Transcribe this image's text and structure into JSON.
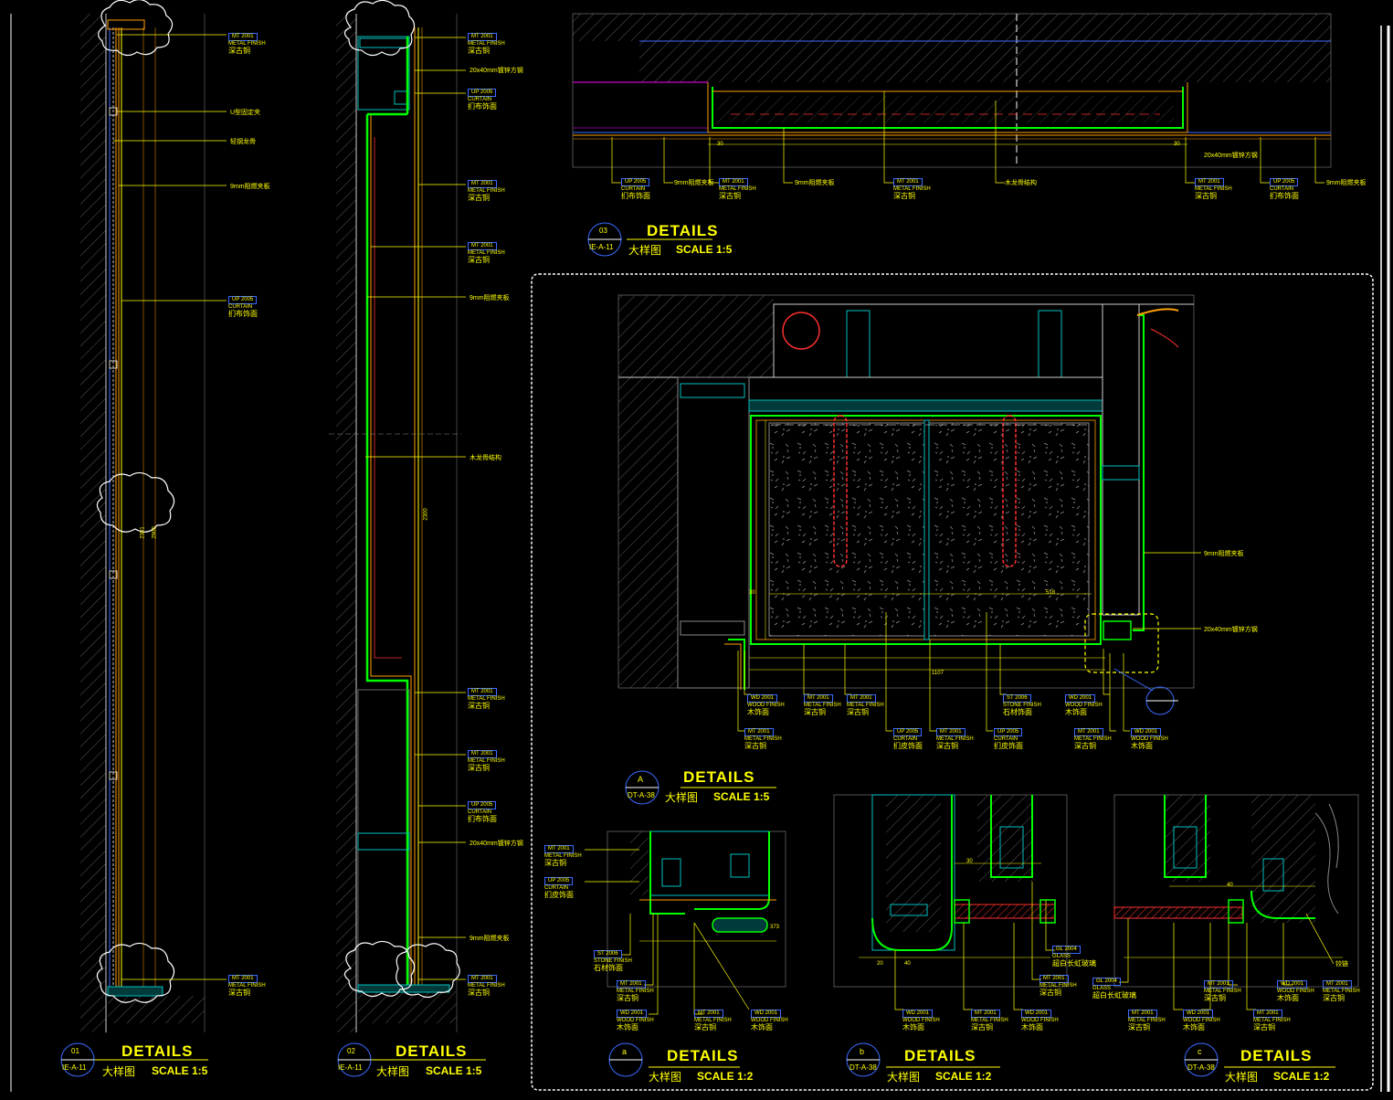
{
  "details": [
    {
      "id": "01",
      "ref": "IE-A-11",
      "title": "DETAILS",
      "subtitle": "大样图",
      "scale": "SCALE 1:5"
    },
    {
      "id": "02",
      "ref": "IE-A-11",
      "title": "DETAILS",
      "subtitle": "大样图",
      "scale": "SCALE 1:5"
    },
    {
      "id": "03",
      "ref": "IE-A-11",
      "title": "DETAILS",
      "subtitle": "大样图",
      "scale": "SCALE 1:5"
    },
    {
      "id": "A",
      "ref": "DT-A-38",
      "title": "DETAILS",
      "subtitle": "大样图",
      "scale": "SCALE 1:5"
    },
    {
      "id": "a",
      "ref": "",
      "title": "DETAILS",
      "subtitle": "大样图",
      "scale": "SCALE 1:2"
    },
    {
      "id": "b",
      "ref": "DT-A-38",
      "title": "DETAILS",
      "subtitle": "大样图",
      "scale": "SCALE 1:2"
    },
    {
      "id": "c",
      "ref": "DT-A-38",
      "title": "DETAILS",
      "subtitle": "大样图",
      "scale": "SCALE 1:2"
    }
  ],
  "tags": {
    "mt": {
      "code": "MT 2001",
      "finish": "METAL FINISH",
      "cn": "深古铜"
    },
    "up": {
      "code": "UP 2005",
      "finish": "CURTAIN",
      "cn": "扪布饰面"
    },
    "wd": {
      "code": "WD 2001",
      "finish": "WOOD FINISH",
      "cn": "木饰面"
    },
    "st": {
      "code": "ST 2006",
      "finish": "STONE FINISH",
      "cn": "石材饰面"
    },
    "gl": {
      "code": "GL 2004",
      "finish": "GLASS",
      "cn": "超白长虹玻璃"
    }
  },
  "notes": {
    "u_clip": "U型固定夹",
    "steel_keel": "轻钢龙骨",
    "board9": "9mm阻燃夹板",
    "tube": "20x40mm镀锌方钢",
    "wood_keel": "木龙骨结构",
    "hinge": "铰链"
  },
  "dims": {
    "d2301": "2301",
    "d2900": "2900",
    "d2300": "2300",
    "d30": "30",
    "d40": "40",
    "d20": "20",
    "d518": "518",
    "d1107": "1107",
    "d373": "373"
  }
}
